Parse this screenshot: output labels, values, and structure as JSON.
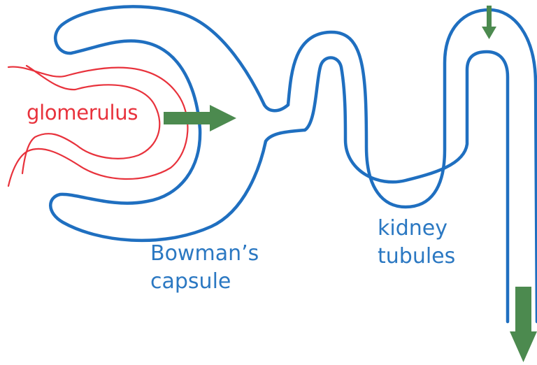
{
  "labels": {
    "glomerulus": "glomerulus",
    "bowmans_capsule_line1": "Bowman’s",
    "bowmans_capsule_line2": "capsule",
    "kidney_tubules_line1": "kidney",
    "kidney_tubules_line2": "tubules"
  },
  "colors": {
    "glomerulus": "#e8323c",
    "capsule_and_tubule": "#1f6fc0",
    "label_blue": "#2b78c2",
    "arrow": "#4c8a4f"
  }
}
